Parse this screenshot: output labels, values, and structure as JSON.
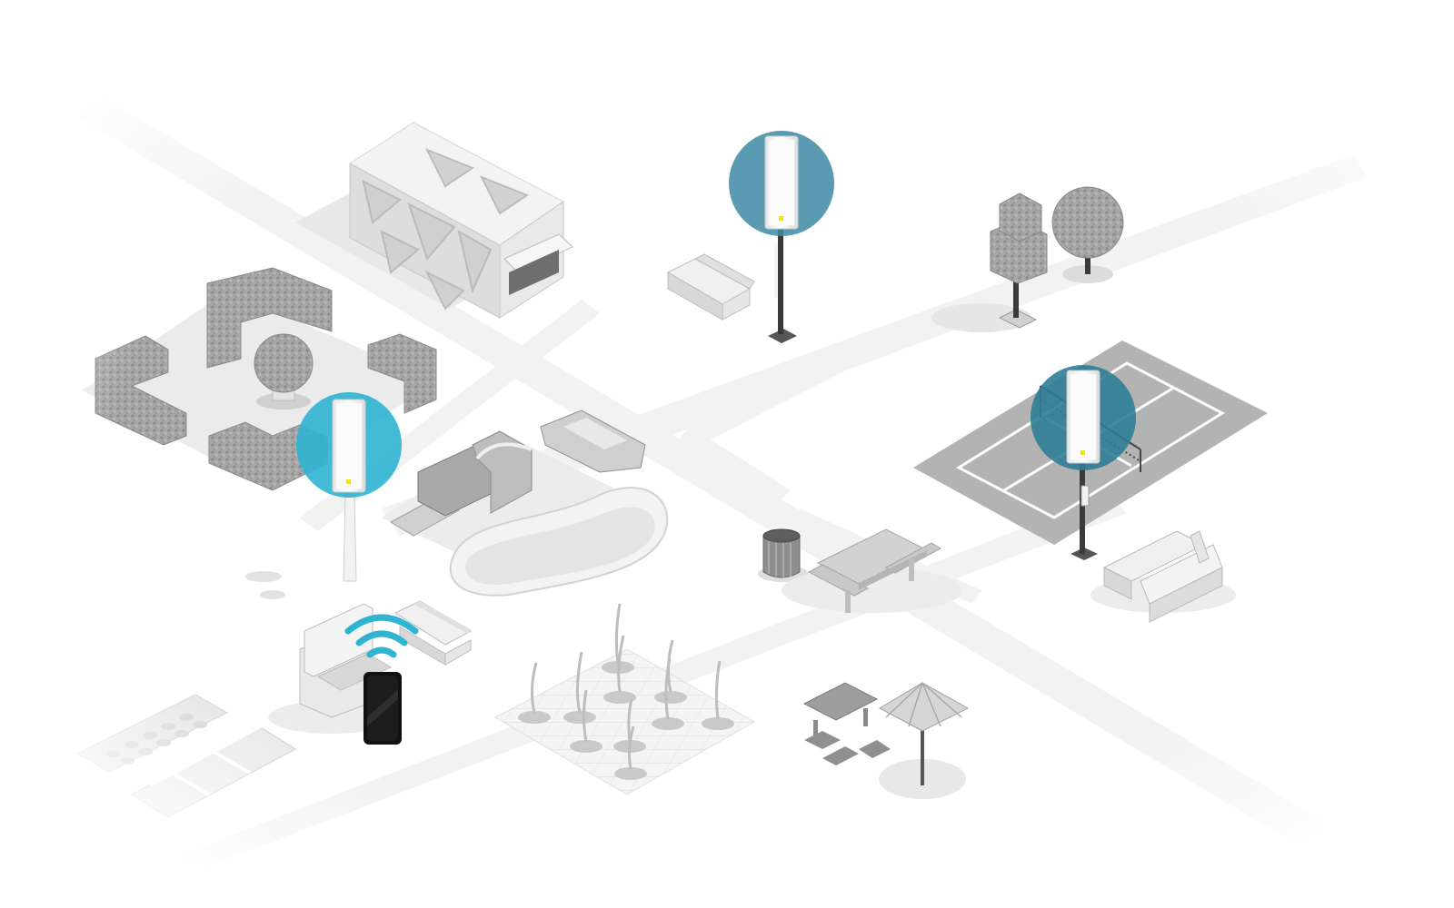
{
  "scene": {
    "description_free": true,
    "background_color": "#ffffff",
    "road_color": "#f2f2f2",
    "ground_shade": "#e3e3e3",
    "object_light": "#eeeeee",
    "object_mid": "#c9c9c9",
    "object_dark": "#8f8f8f",
    "hedge_color": "#a8a8a8",
    "court_color": "#b3b3b3",
    "court_line_color": "#ffffff"
  },
  "access_points": [
    {
      "id": "ap-pole-top",
      "badge_color": "#3d8aa3",
      "led_color": "#f3e500"
    },
    {
      "id": "ap-hedge-garden",
      "badge_color": "#2fb4d2",
      "led_color": "#f3e500"
    },
    {
      "id": "ap-tennis-court",
      "badge_color": "#2d7d96",
      "led_color": "#f3e500"
    }
  ],
  "client": {
    "device": "smartphone",
    "wifi_signal_color": "#2fb4d2",
    "phone_color": "#111111"
  },
  "icons": {
    "access_point": "ceiling-access-point-icon",
    "wifi": "wifi-signal-icon",
    "phone": "smartphone-icon"
  }
}
